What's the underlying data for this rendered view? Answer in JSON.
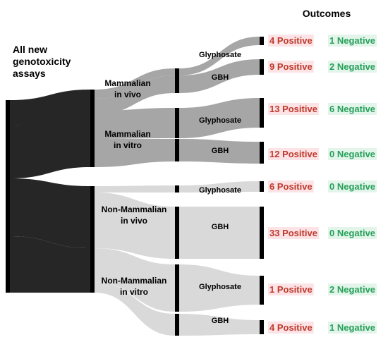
{
  "title": "Outcomes",
  "root_label": "All new genotoxicity assays",
  "root_lines": [
    "All new",
    "genotoxicity",
    "assays"
  ],
  "colors": {
    "root": "#262626",
    "mammalian_flow": "#a6a6a6",
    "nonmammalian_flow": "#d9d9d9",
    "bar": "#000000",
    "positive": "#c0392b",
    "negative": "#27a05a",
    "positive_bg": "#fbe3e6",
    "negative_bg": "#e3f5ea"
  },
  "categories": [
    {
      "name": "Mammalian in vivo",
      "lines": [
        "Mammalian",
        "in vivo"
      ],
      "group": "mammalian"
    },
    {
      "name": "Mammalian in vitro",
      "lines": [
        "Mammalian",
        "in vitro"
      ],
      "group": "mammalian"
    },
    {
      "name": "Non-Mammalian in vivo",
      "lines": [
        "Non-Mammalian",
        "in vivo"
      ],
      "group": "nonmammalian"
    },
    {
      "name": "Non-Mammalian in vitro",
      "lines": [
        "Non-Mammalian",
        "in vitro"
      ],
      "group": "nonmammalian"
    }
  ],
  "outcomes": [
    {
      "category": "Mammalian in vivo",
      "agent": "Glyphosate",
      "positive": "4 Positive",
      "negative": "1 Negative"
    },
    {
      "category": "Mammalian in vivo",
      "agent": "GBH",
      "positive": "9 Positive",
      "negative": "2 Negative"
    },
    {
      "category": "Mammalian in vitro",
      "agent": "Glyphosate",
      "positive": "13 Positive",
      "negative": "6 Negative"
    },
    {
      "category": "Mammalian in vitro",
      "agent": "GBH",
      "positive": "12 Positive",
      "negative": "0 Negative"
    },
    {
      "category": "Non-Mammalian in vivo",
      "agent": "Glyphosate",
      "positive": "6 Positive",
      "negative": "0 Negative"
    },
    {
      "category": "Non-Mammalian in vivo",
      "agent": "GBH",
      "positive": "33 Positive",
      "negative": "0 Negative"
    },
    {
      "category": "Non-Mammalian in vitro",
      "agent": "Glyphosate",
      "positive": "1 Positive",
      "negative": "2 Negative"
    },
    {
      "category": "Non-Mammalian in vitro",
      "agent": "GBH",
      "positive": "4 Positive",
      "negative": "1 Negative"
    }
  ]
}
